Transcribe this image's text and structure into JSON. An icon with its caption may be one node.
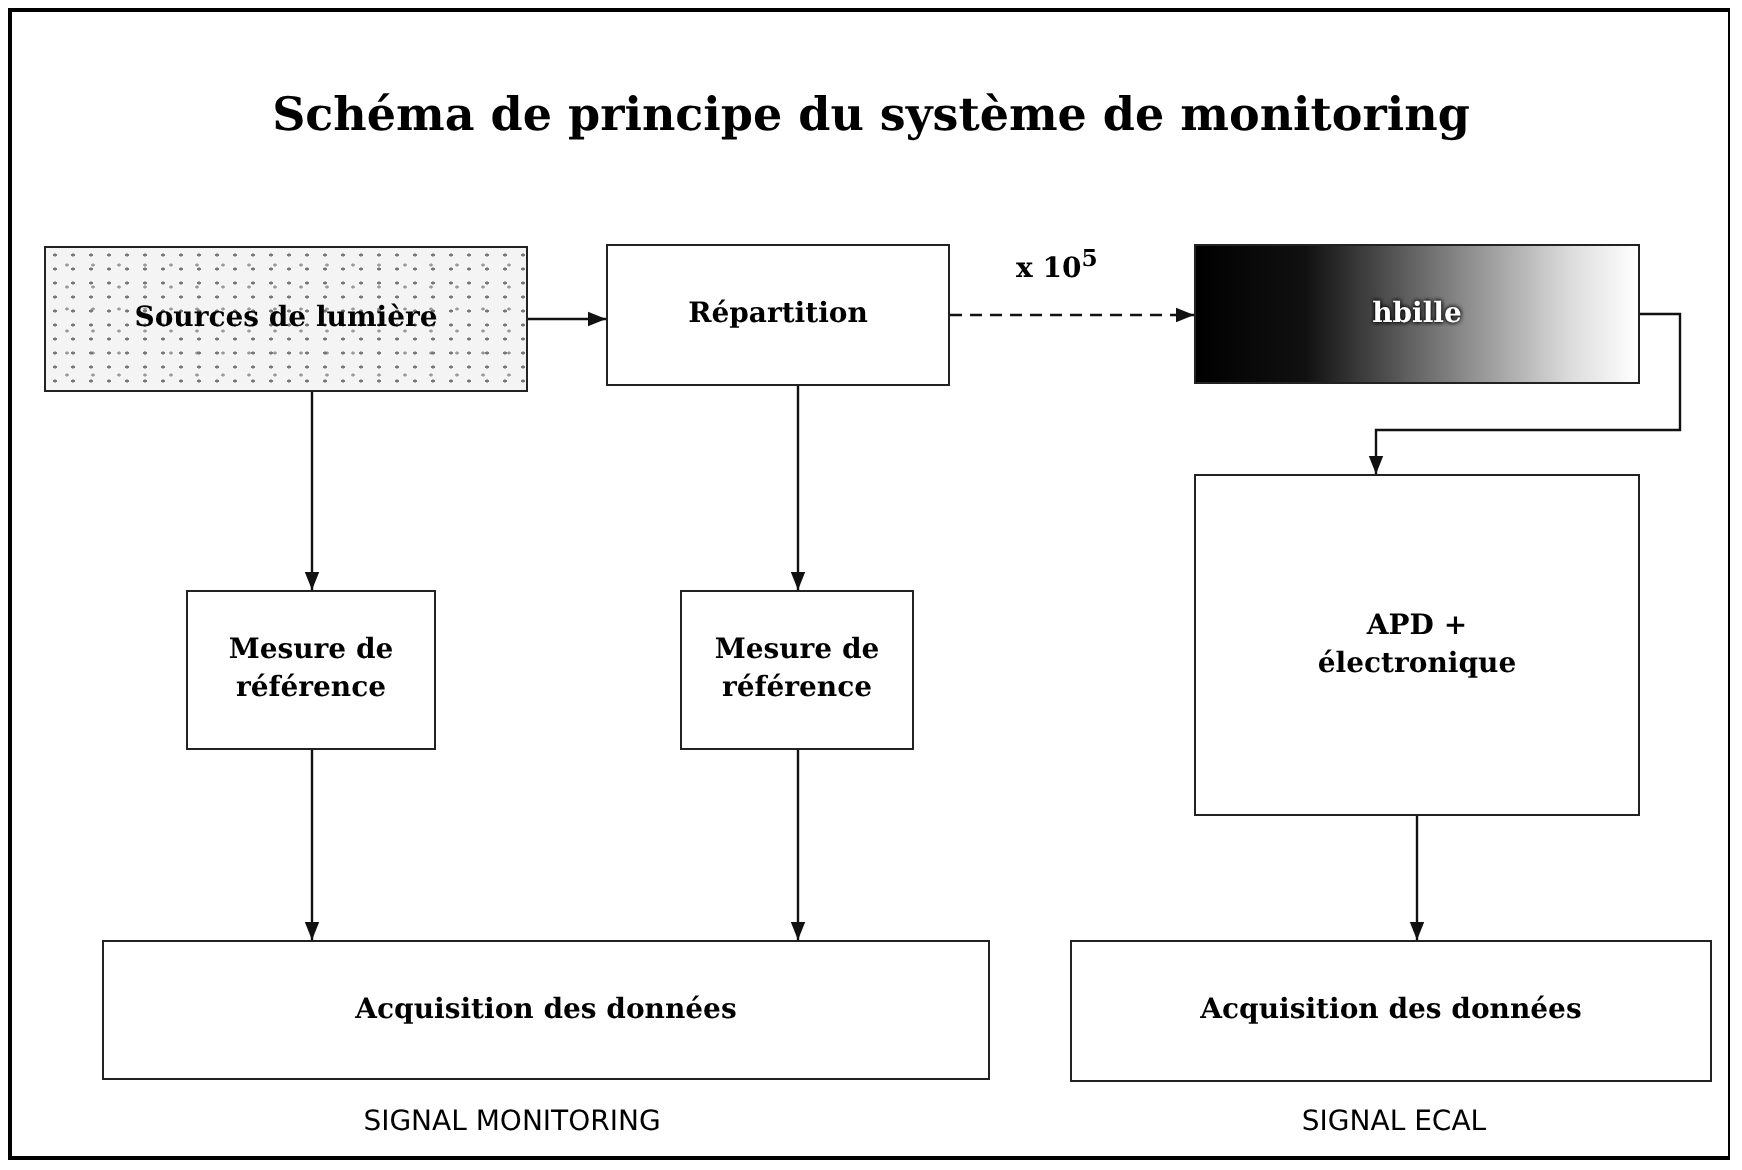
{
  "diagram": {
    "title": "Schéma de principe du système de monitoring",
    "nodes": [
      {
        "text": [
          "Sources de lumière"
        ]
      },
      {
        "text": [
          "Répartition"
        ]
      },
      {
        "text": [
          "hbille"
        ]
      },
      {
        "text": [
          "Mesure de référence"
        ]
      },
      {
        "text": [
          "Mesure de référence"
        ]
      },
      {
        "text": [
          "APD + électronique"
        ]
      },
      {
        "text": [
          "Acquisition des données"
        ]
      },
      {
        "text": [
          "Acquisition des données"
        ]
      }
    ],
    "edges": [
      {
        "from": 0,
        "to": 1,
        "arrow": "to"
      },
      {
        "from": 1,
        "to": 2,
        "arrow": "to",
        "label": "x 10$^{5}$",
        "style": "dashed"
      },
      {
        "from": 2,
        "to": 5,
        "arrow": "to"
      },
      {
        "from": 0,
        "to": 3,
        "arrow": "to"
      },
      {
        "from": 1,
        "to": 4,
        "arrow": "to"
      },
      {
        "from": 3,
        "to": 6,
        "arrow": "to"
      },
      {
        "from": 4,
        "to": 6,
        "arrow": "to"
      },
      {
        "from": 5,
        "to": 7,
        "arrow": "to"
      }
    ],
    "labels": [
      "SIGNAL MONITORING",
      "SIGNAL ECAL"
    ]
  }
}
